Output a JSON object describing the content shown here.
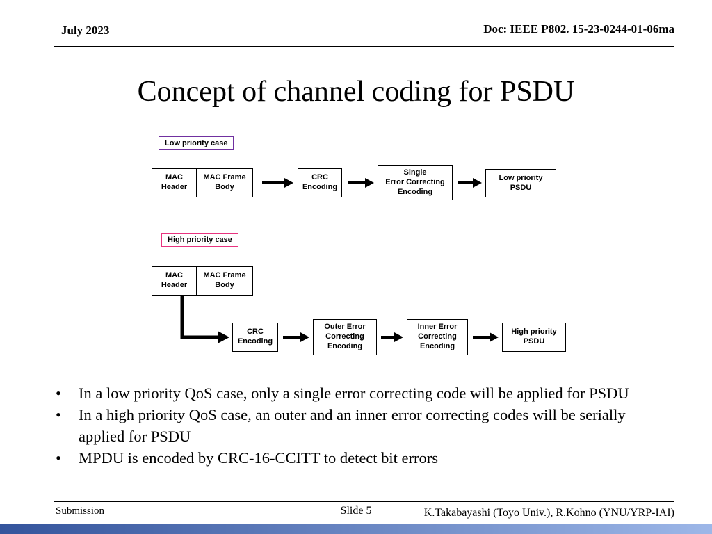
{
  "header": {
    "date": "July 2023",
    "doc_number": "Doc: IEEE P802. 15-23-0244-01-06ma"
  },
  "title": "Concept of channel coding for PSDU",
  "diagram": {
    "low": {
      "case_label": "Low priority case",
      "mac_header": "MAC\nHeader",
      "mac_frame_body": "MAC Frame\nBody",
      "crc": "CRC\nEncoding",
      "ecc": "Single\nError Correcting\nEncoding",
      "psdu": "Low priority\nPSDU"
    },
    "high": {
      "case_label": "High priority case",
      "mac_header": "MAC\nHeader",
      "mac_frame_body": "MAC Frame\nBody",
      "crc": "CRC\nEncoding",
      "outer_ecc": "Outer Error\nCorrecting\nEncoding",
      "inner_ecc": "Inner Error\nCorrecting\nEncoding",
      "psdu": "High priority\nPSDU"
    }
  },
  "bullets": [
    "In a low priority QoS case, only a single error correcting code will be applied for PSDU",
    "In a high priority QoS case, an outer and an inner error correcting codes will be serially applied for PSDU",
    "MPDU is encoded by CRC-16-CCITT to detect bit errors"
  ],
  "footer": {
    "submission": "Submission",
    "slide_number": "Slide 5",
    "authors": "K.Takabayashi (Toyo Univ.), R.Kohno (YNU/YRP-IAI)"
  },
  "colors": {
    "low_case_border": "#7030a0",
    "high_case_border": "#e8337f",
    "bar_left": "#34549c",
    "bar_right": "#9db7e8"
  }
}
